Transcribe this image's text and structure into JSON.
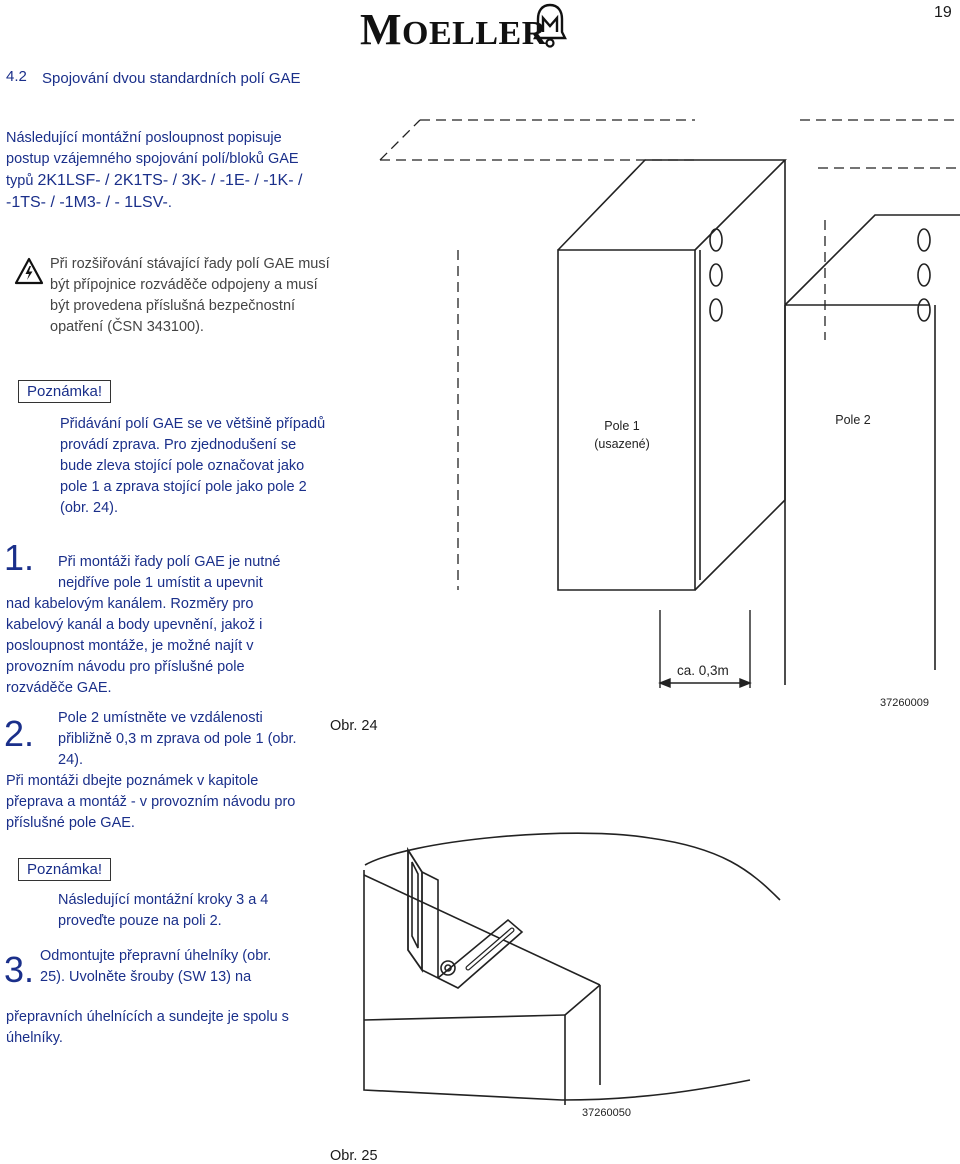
{
  "header": {
    "page_number": "19",
    "logo_first": "M",
    "logo_rest": "OELLER"
  },
  "section": {
    "number": "4.2",
    "title": "Spojování dvou standardních polí GAE"
  },
  "intro": {
    "text_a": "Následující montážní posloupnost popisuje postup vzájemného spojování polí/bloků GAE typů ",
    "types": "2K1LSF- / 2K1TS- / 3K- / -1E- / -1K- / -1TS- / -1M3- / - 1LSV-",
    "text_b": "."
  },
  "warning": {
    "icon": "electric-hazard-icon",
    "text": "Při rozšiřování stávající řady polí GAE musí být přípojnice rozváděče odpojeny a musí být provedena příslušná bezpečnostní opatření (ČSN 343100)."
  },
  "note1": {
    "label": "Poznámka!",
    "text": "Přidávání polí GAE se ve většině případů provádí zprava. Pro zjednodušení se bude zleva stojící pole označovat jako pole 1 a zprava stojící pole jako pole 2 (obr. 24)."
  },
  "step1": {
    "number": "1.",
    "text_a": "Při montáži řady polí GAE je nutné nejdříve pole 1 umístit a upevnit",
    "text_b": "nad kabelovým kanálem. Rozměry pro kabelový kanál a body upevnění, jakož i posloupnost montáže, je možné najít v provozním návodu pro příslušné pole rozváděče GAE."
  },
  "step2": {
    "number": "2.",
    "text_a": "Pole 2 umístněte ve vzdálenosti přibližně 0,3 m zprava od pole 1 (obr. 24).",
    "text_b": "Při montáži dbejte poznámek v kapitole přeprava a montáž - v provozním návodu pro příslušné pole GAE."
  },
  "note2": {
    "label": "Poznámka!",
    "text": "Následující montážní kroky 3 a 4 proveďte pouze na poli 2."
  },
  "step3": {
    "number": "3.",
    "text_a": "Odmontujte přepravní úhelníky (obr. 25). Uvolněte šrouby (SW 13) na",
    "text_b": "přepravních úhelnících a sundejte je spolu s úhelníky."
  },
  "figure24": {
    "label_pole1_line1": "Pole 1",
    "label_pole1_line2": "(usazené)",
    "label_pole2": "Pole 2",
    "dimension": "ca. 0,3m",
    "code": "37260009",
    "caption": "Obr. 24"
  },
  "figure25": {
    "code": "37260050",
    "caption": "Obr. 25"
  },
  "colors": {
    "text_blue": "#1a2f8a",
    "warning_text": "#444444"
  }
}
